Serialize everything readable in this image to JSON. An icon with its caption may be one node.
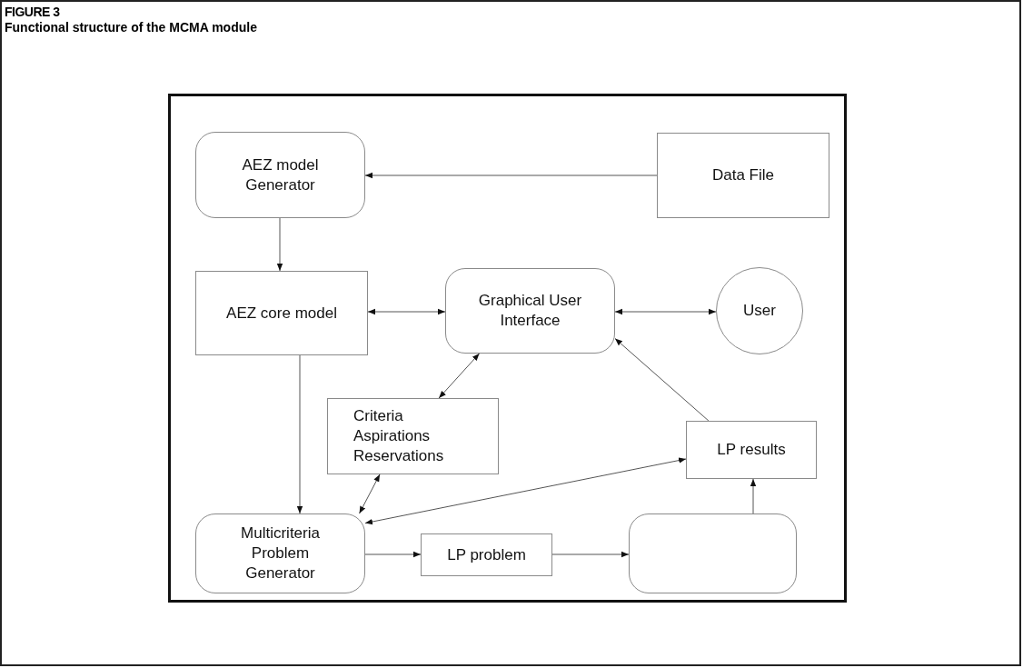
{
  "diagram": {
    "title": "Functional structure of the MCMA module",
    "nodes": [
      {
        "text": [
          "AEZ model Generator"
        ]
      },
      {
        "text": [
          "Data File"
        ]
      },
      {
        "text": [
          "AEZ core model"
        ]
      },
      {
        "text": [
          "Graphical User Interface"
        ]
      },
      {
        "text": [
          "User"
        ]
      },
      {
        "text": [
          "Criteria Aspirations Reservations"
        ]
      },
      {
        "text": [
          "LP results"
        ]
      },
      {
        "text": [
          "Multicriteria Problem Generator"
        ]
      },
      {
        "text": [
          "LP problem"
        ]
      },
      {
        "text": [],
        "shape": "box"
      }
    ],
    "edges": [
      {
        "from": 1,
        "to": 0,
        "arrow": "to"
      },
      {
        "from": 0,
        "to": 2,
        "arrow": "to"
      },
      {
        "from": 2,
        "to": 3,
        "arrow": "both"
      },
      {
        "from": 3,
        "to": 4,
        "arrow": "both"
      },
      {
        "from": 3,
        "to": 5,
        "arrow": "both"
      },
      {
        "from": 6,
        "to": 3,
        "arrow": "to"
      },
      {
        "from": 2,
        "to": 7,
        "arrow": "to"
      },
      {
        "from": 5,
        "to": 7,
        "arrow": "both"
      },
      {
        "from": 7,
        "to": 6,
        "arrow": "both"
      },
      {
        "from": 7,
        "to": 8,
        "arrow": "to"
      },
      {
        "from": 8,
        "to": 9,
        "arrow": "to"
      },
      {
        "from": 9,
        "to": 6,
        "arrow": "to"
      }
    ],
    "labels": [
      "FIGURE 3"
    ]
  }
}
